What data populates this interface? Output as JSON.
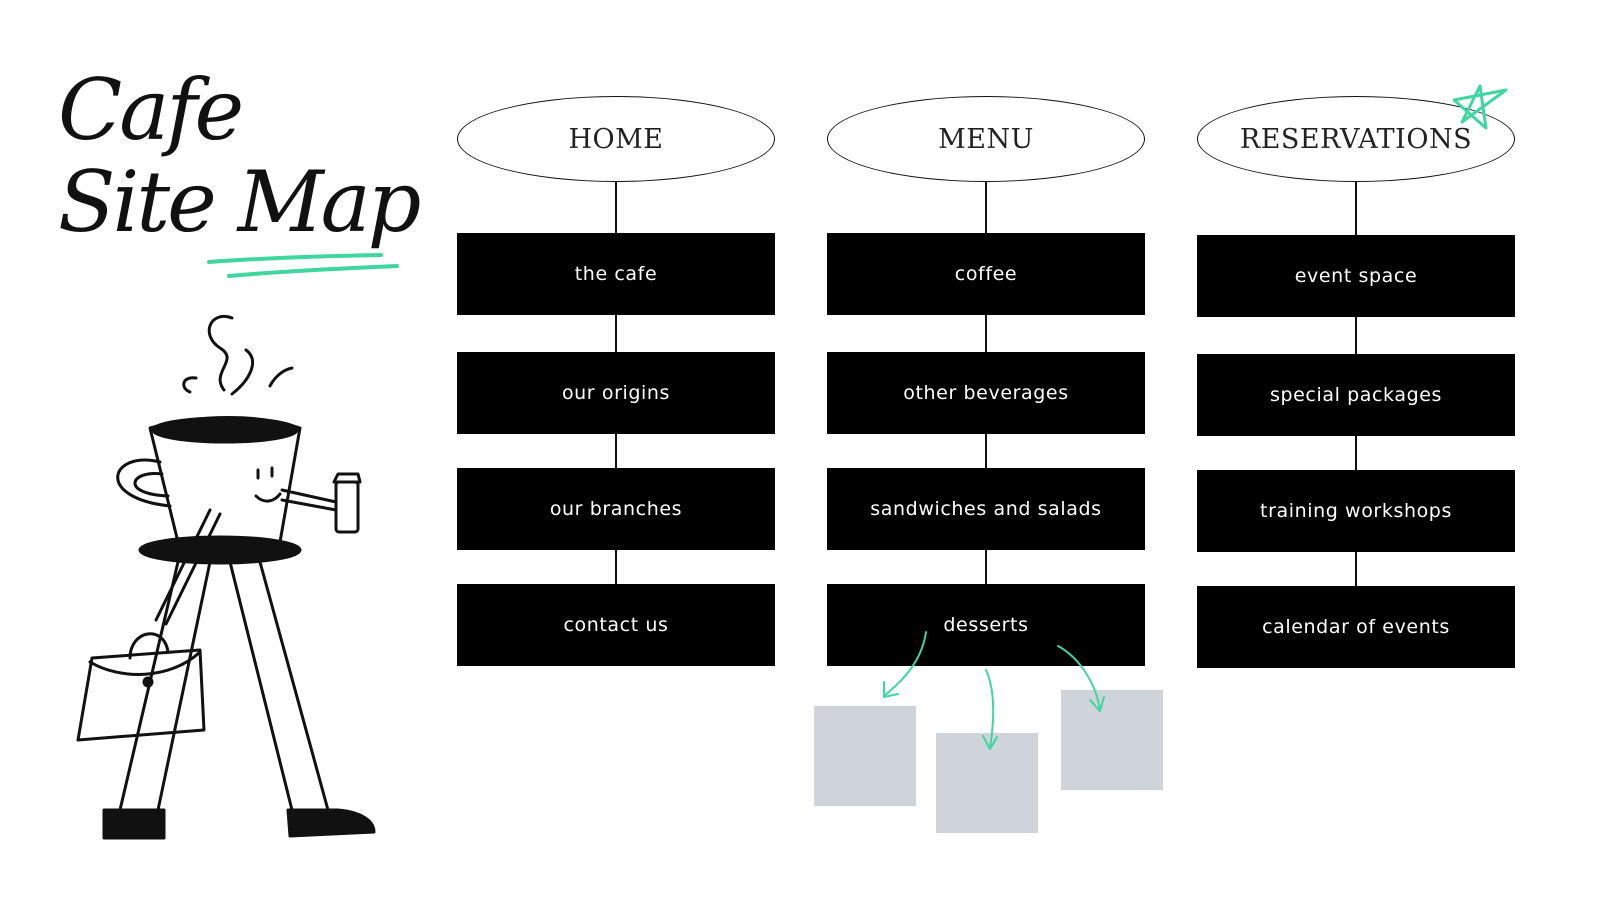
{
  "title": {
    "line1": "Cafe",
    "line2": "Site Map"
  },
  "colors": {
    "accent": "#3fd6a0",
    "box": "#000000",
    "placeholder": "#cfd4da"
  },
  "columns": [
    {
      "heading": "HOME",
      "items": [
        "the cafe",
        "our origins",
        "our branches",
        "contact us"
      ]
    },
    {
      "heading": "MENU",
      "items": [
        "coffee",
        "other beverages",
        "sandwiches and salads",
        "desserts"
      ]
    },
    {
      "heading": "RESERVATIONS",
      "items": [
        "event space",
        "special packages",
        "training workshops",
        "calendar of events"
      ]
    }
  ],
  "decorations": {
    "star": "star-doodle-icon",
    "illustration": "walking-coffee-cup-character"
  }
}
